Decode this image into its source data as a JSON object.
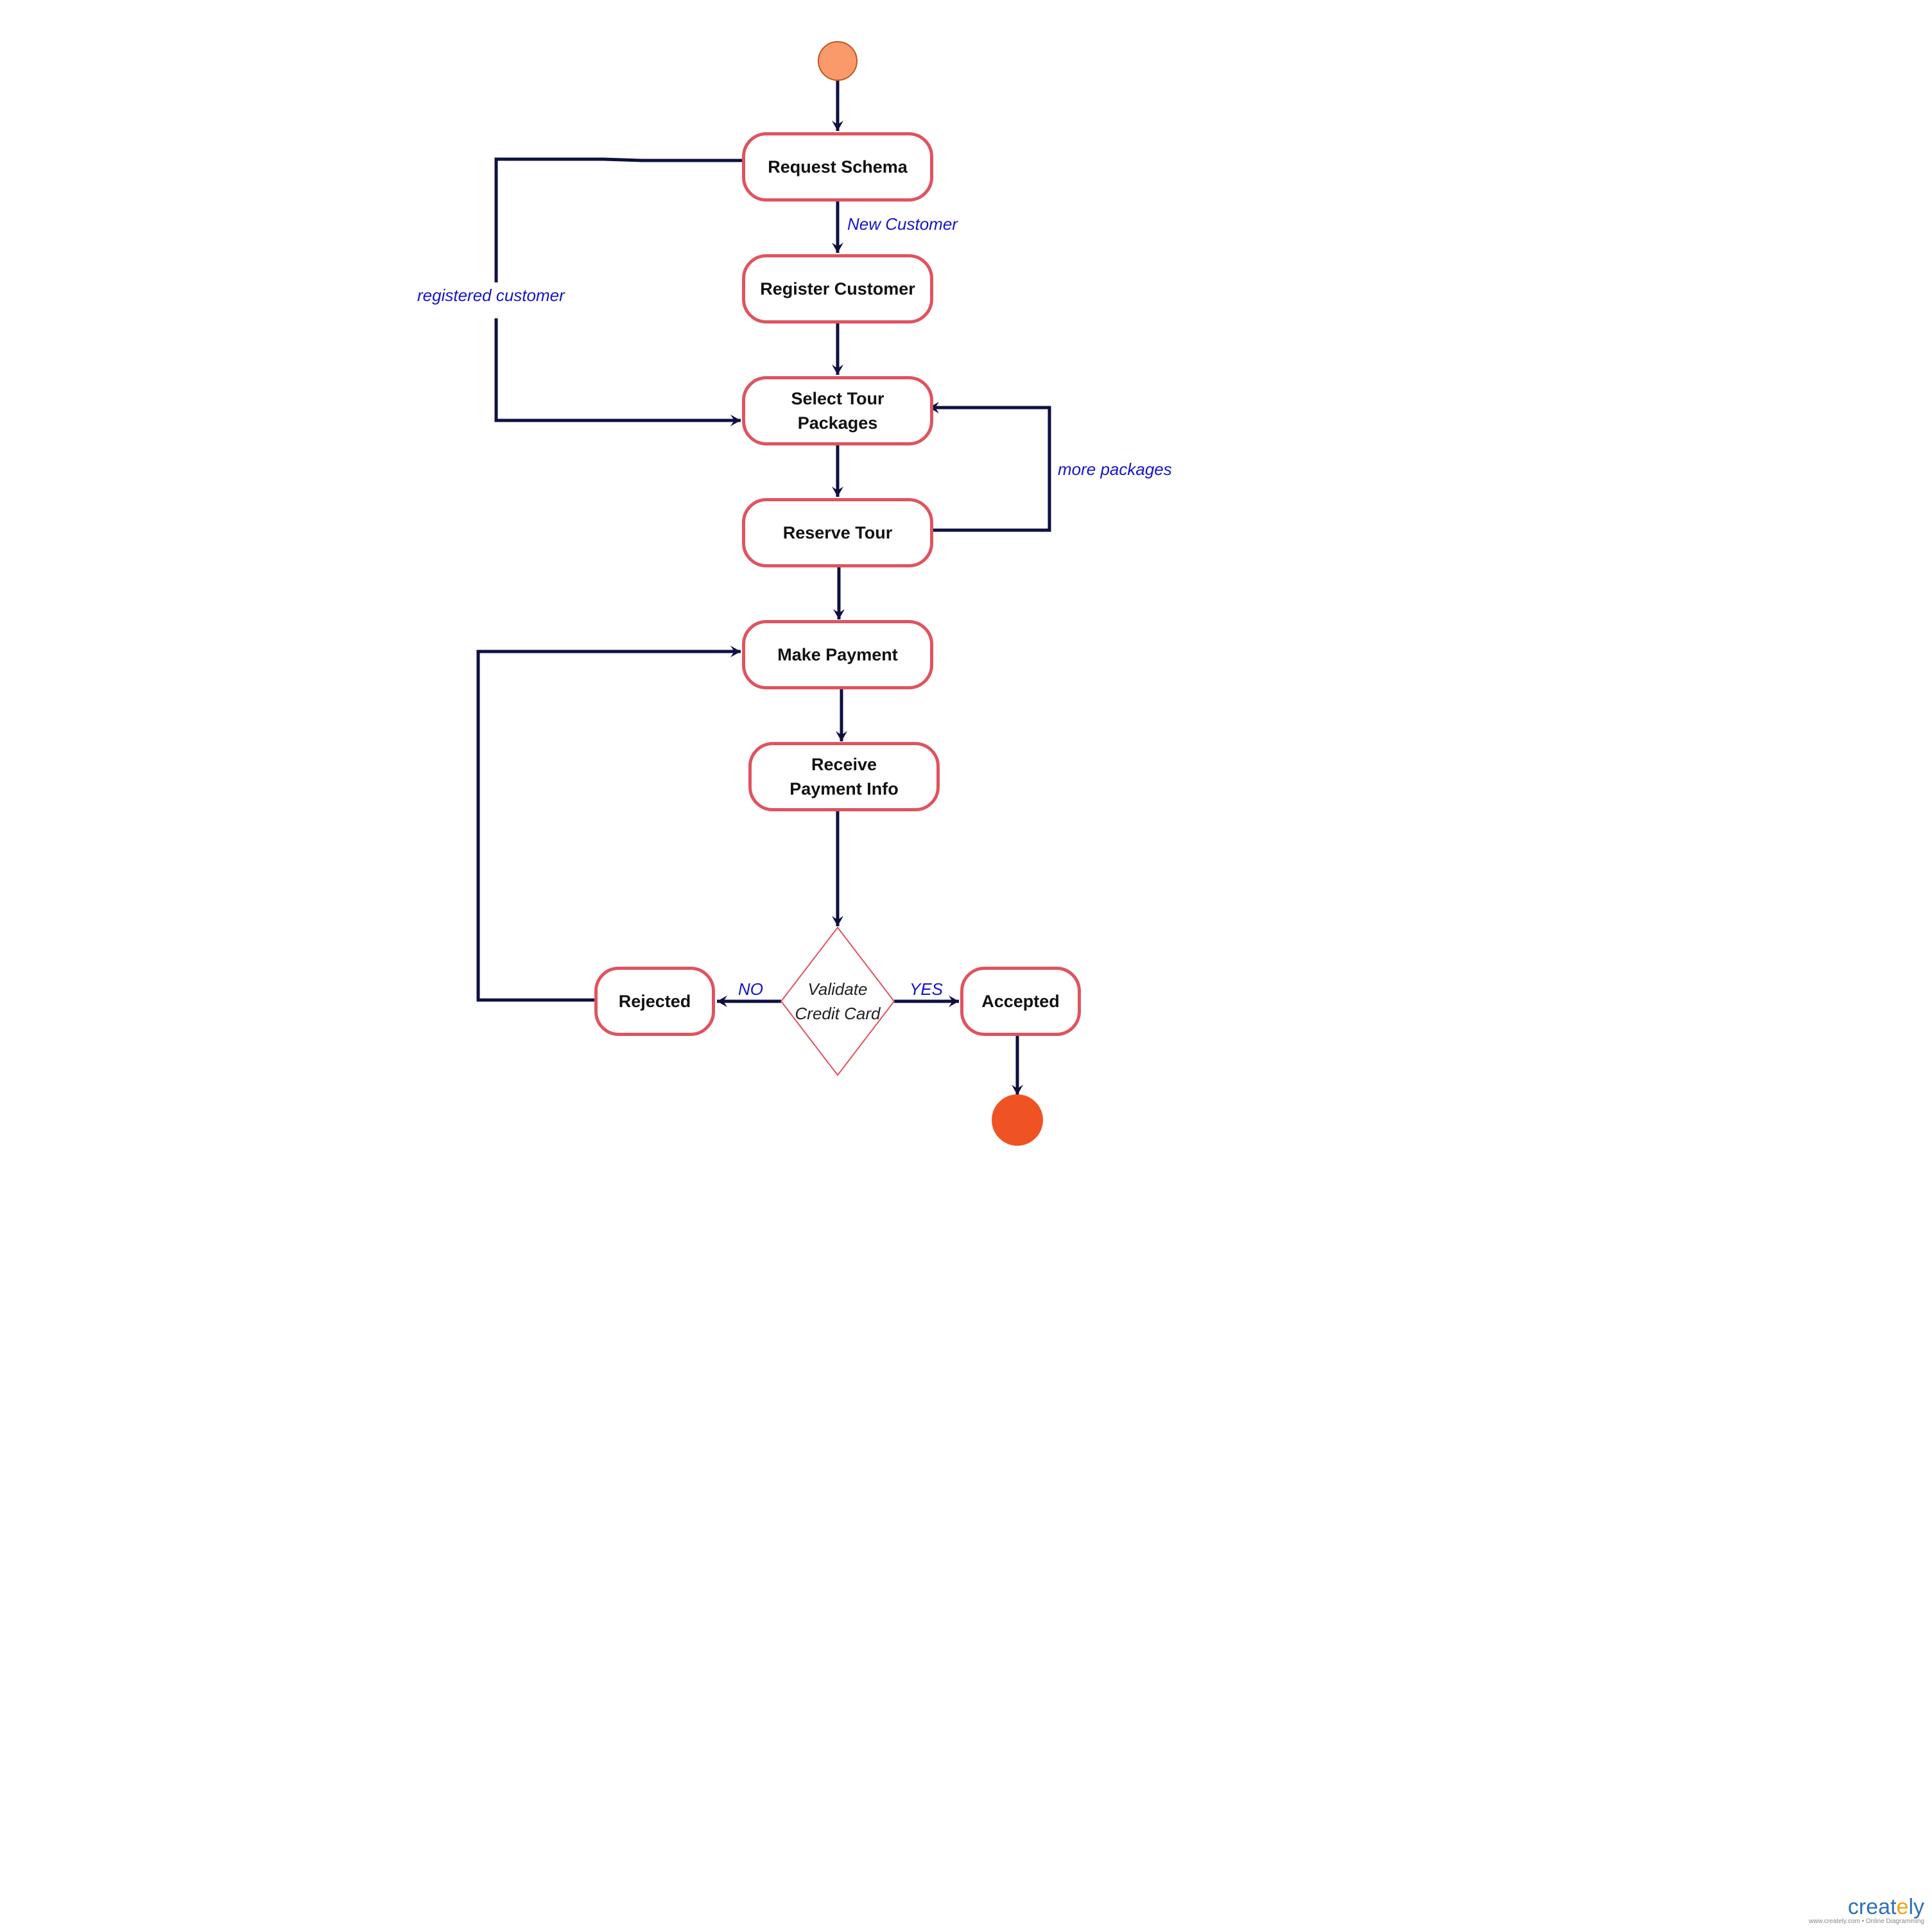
{
  "diagram": {
    "nodes": {
      "request_schema": "Request Schema",
      "register_customer": "Register Customer",
      "select_tour_packages": "Select Tour Packages",
      "reserve_tour": "Reserve Tour",
      "make_payment": "Make Payment",
      "receive_payment_info": "Receive Payment Info",
      "validate_credit_card": "Validate Credit Card",
      "rejected": "Rejected",
      "accepted": "Accepted"
    },
    "edge_labels": {
      "new_customer": "New Customer",
      "registered_customer": "registered customer",
      "more_packages": "more packages",
      "no": "NO",
      "yes": "YES"
    },
    "colors": {
      "node_border": "#e0535f",
      "arrow": "#0d1040",
      "edge_label": "#1515c8",
      "start_node": "#fa9a6b",
      "end_node": "#f05323"
    }
  },
  "watermark": {
    "logo_prefix": "creat",
    "logo_accent": "e",
    "logo_suffix": "ly",
    "tagline": "www.creately.com • Online Diagramming"
  }
}
